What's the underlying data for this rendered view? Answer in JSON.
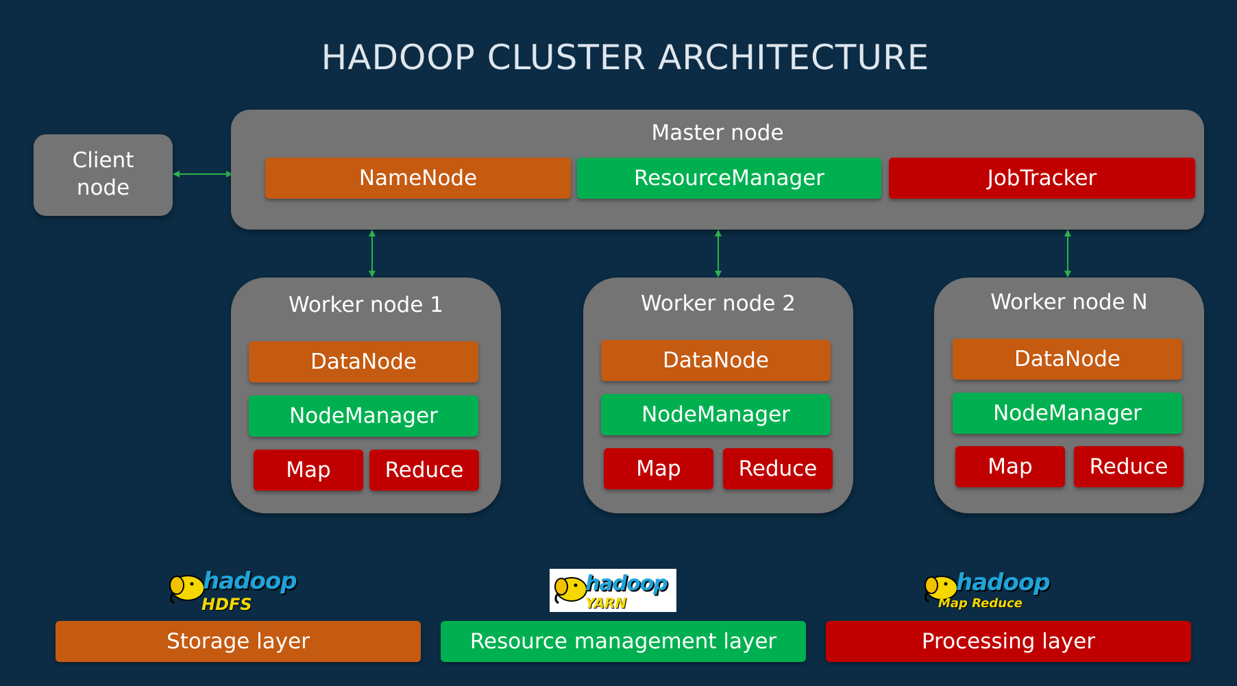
{
  "title": "HADOOP CLUSTER ARCHITECTURE",
  "client": {
    "label": "Client\nnode"
  },
  "master": {
    "label": "Master node",
    "components": [
      "NameNode",
      "ResourceManager",
      "JobTracker"
    ]
  },
  "workers": [
    {
      "label": "Worker node 1",
      "datanode": "DataNode",
      "nodemanager": "NodeManager",
      "map": "Map",
      "reduce": "Reduce"
    },
    {
      "label": "Worker node 2",
      "datanode": "DataNode",
      "nodemanager": "NodeManager",
      "map": "Map",
      "reduce": "Reduce"
    },
    {
      "label": "Worker node N",
      "datanode": "DataNode",
      "nodemanager": "NodeManager",
      "map": "Map",
      "reduce": "Reduce"
    }
  ],
  "logos": [
    {
      "name": "hadoop",
      "sub": "HDFS"
    },
    {
      "name": "hadoop",
      "sub": "YARN"
    },
    {
      "name": "hadoop",
      "sub": "Map Reduce"
    }
  ],
  "layers": [
    "Storage layer",
    "Resource management layer",
    "Processing layer"
  ],
  "colors": {
    "background": "#0b2c44",
    "node": "#747474",
    "storage": "#c55a11",
    "resource": "#00b050",
    "processing": "#c00000",
    "arrow": "#2bb24c"
  }
}
